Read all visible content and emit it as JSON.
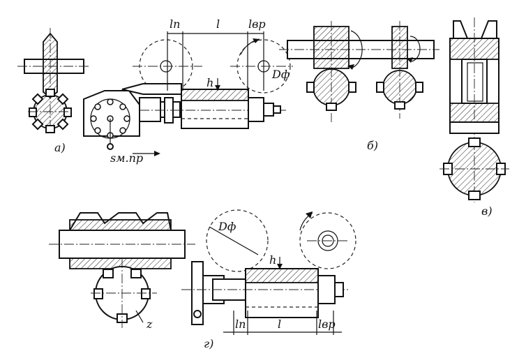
{
  "labels": {
    "a": "а)",
    "b": "б)",
    "v": "в)",
    "g": "г)",
    "ln": "lп",
    "l": "l",
    "lvr": "lвр",
    "h": "h",
    "D_phi": "Dф",
    "s_m_pr": "sм.пр",
    "z": "z"
  }
}
